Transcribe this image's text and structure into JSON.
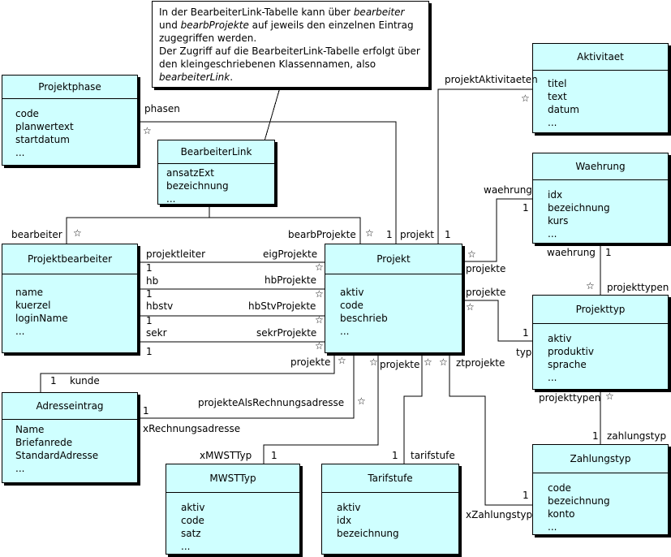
{
  "note": {
    "p1_a": "In der BearbeiterLink-Tabelle  kann über ",
    "p1_b": "bearbeiter",
    "p1_c": " und ",
    "p1_d": "bearbProjekte",
    "p1_e": " auf jeweils den einzelnen Eintrag zugegriffen  werden.",
    "p2_a": "Der Zugriff auf die BearbeiterLink-Tabelle  erfolgt über den kleingeschriebenen Klassennamen, also ",
    "p2_b": "bearbeiterLink",
    "p2_c": "."
  },
  "classes": {
    "projektphase": {
      "name": "Projektphase",
      "attrs": [
        "code",
        "planwertext",
        "startdatum",
        "..."
      ]
    },
    "bearbeiterlink": {
      "name": "BearbeiterLink",
      "attrs": [
        "ansatzExt",
        "bezeichnung",
        "..."
      ]
    },
    "projektbearbeiter": {
      "name": "Projektbearbeiter",
      "attrs": [
        "name",
        "kuerzel",
        "loginName",
        "..."
      ]
    },
    "projekt": {
      "name": "Projekt",
      "attrs": [
        "aktiv",
        "code",
        "beschrieb",
        "..."
      ]
    },
    "aktivitaet": {
      "name": "Aktivitaet",
      "attrs": [
        "titel",
        "text",
        "datum",
        "..."
      ]
    },
    "waehrung": {
      "name": "Waehrung",
      "attrs": [
        "idx",
        "bezeichnung",
        "kurs",
        "..."
      ]
    },
    "projekttyp": {
      "name": "Projekttyp",
      "attrs": [
        "aktiv",
        "produktiv",
        "sprache",
        "..."
      ]
    },
    "adresseintrag": {
      "name": "Adresseintrag",
      "attrs": [
        "Name",
        "Briefanrede",
        "StandardAdresse",
        "..."
      ]
    },
    "mwsttyp": {
      "name": "MWSTTyp",
      "attrs": [
        "aktiv",
        "code",
        "satz",
        "..."
      ]
    },
    "tarifstufe": {
      "name": "Tarifstufe",
      "attrs": [
        "aktiv",
        "idx",
        "bezeichnung"
      ]
    },
    "zahlungstyp": {
      "name": "Zahlungstyp",
      "attrs": [
        "code",
        "bezeichnung",
        "konto",
        "..."
      ]
    }
  },
  "labels": {
    "phasen": "phasen",
    "star_phasen": "☆",
    "bearbeiter": "bearbeiter",
    "star_bearbeiter": "☆",
    "bearbProjekte": "bearbProjekte",
    "star_bearbProjekte": "☆",
    "one_projekt_left": "1",
    "projekt": "projekt",
    "one_projekt_right": "1",
    "projektAktivitaeten": "projektAktivitaeten",
    "star_aktiv": "☆",
    "waehrung_top": "waehrung",
    "one_waehrung_top": "1",
    "star_projekte_w": "☆",
    "projekte_w": "projekte",
    "waehrung_bottom": "waehrung",
    "one_waehrung_bottom": "1",
    "star_projekttypen": "☆",
    "projekttypen_top": "projekttypen",
    "projekte_t": "projekte",
    "star_projekte_t": "☆",
    "one_typ": "1",
    "typ": "typ",
    "projekttypen_bottom": "projekttypen",
    "star_projekttypen_bottom": "☆",
    "one_zahlungstyp": "1",
    "zahlungstyp_lbl": "zahlungstyp",
    "projektleiter": "projektleiter",
    "eigProjekte": "eigProjekte",
    "star_eig": "☆",
    "one_pl": "1",
    "hb": "hb",
    "hbProjekte": "hbProjekte",
    "star_hb": "☆",
    "one_hb": "1",
    "hbstv": "hbstv",
    "hbStvProjekte": "hbStvProjekte",
    "star_hbstv": "☆",
    "one_hbstv": "1",
    "sekr": "sekr",
    "sekrProjekte": "sekrProjekte",
    "star_sekr": "☆",
    "one_sekr": "1",
    "projekte_k": "projekte",
    "star_projekte_k": "☆",
    "star_projekte_m": "☆",
    "projekte_m": "projekte",
    "star_projekte_ts": "☆",
    "star_zt": "☆",
    "ztprojekte": "ztprojekte",
    "one_kunde": "1",
    "kunde": "kunde",
    "one_xr": "1",
    "projekteAlsRechnungsadresse": "projekteAlsRechnungsadresse",
    "star_par": "☆",
    "xRechnungsadresse": "xRechnungsadresse",
    "xMWSTTyp": "xMWSTTyp",
    "one_mwst": "1",
    "one_tarif": "1",
    "tarifstufe_lbl": "tarifstufe",
    "one_xz": "1",
    "xZahlungstyp": "xZahlungstyp"
  }
}
